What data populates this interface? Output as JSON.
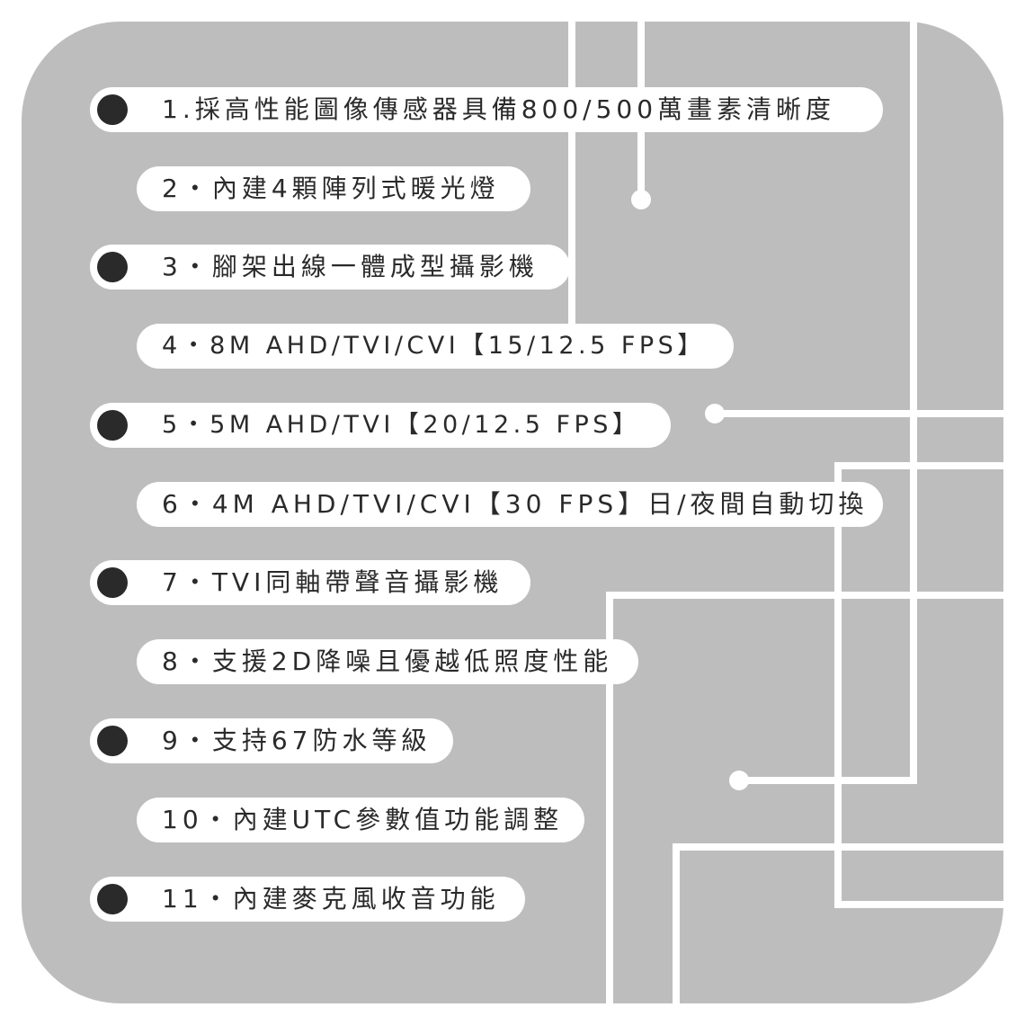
{
  "features": [
    {
      "text": "1.採高性能圖像傳感器具備800/500萬畫素清晰度"
    },
    {
      "text": "2・內建4顆陣列式暖光燈"
    },
    {
      "text": "3・腳架出線一體成型攝影機"
    },
    {
      "text": "4・8M AHD/TVI/CVI【15/12.5 FPS】"
    },
    {
      "text": "5・5M AHD/TVI【20/12.5 FPS】"
    },
    {
      "text": "6・4M AHD/TVI/CVI【30 FPS】日/夜間自動切換"
    },
    {
      "text": "7・TVI同軸帶聲音攝影機"
    },
    {
      "text": "8・支援2D降噪且優越低照度性能"
    },
    {
      "text": "9・支持67防水等級"
    },
    {
      "text": "10・內建UTC參數值功能調整"
    },
    {
      "text": "11・內建麥克風收音功能"
    }
  ],
  "colors": {
    "panel": "#bdbdbd",
    "pill": "#ffffff",
    "bullet": "#2a2a2a",
    "text": "#2a2a2a",
    "lines": "#ffffff"
  }
}
